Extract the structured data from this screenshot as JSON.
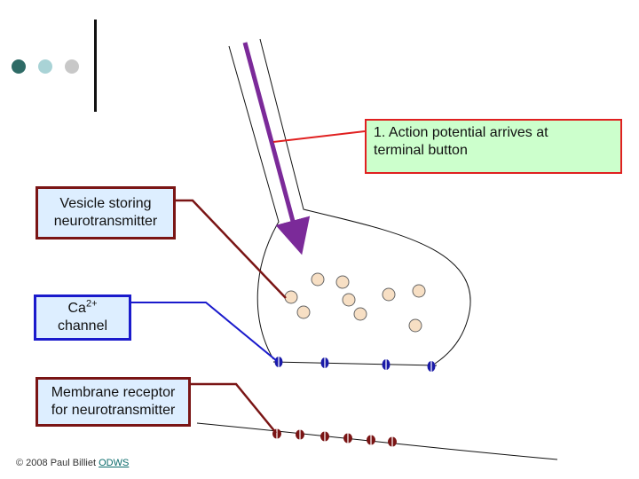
{
  "labels": {
    "action_line1": "1. Action potential arrives at",
    "action_line2": "terminal button",
    "vesicle_line1": "Vesicle storing",
    "vesicle_line2": "neurotransmitter",
    "ca_base": "Ca",
    "ca_sup": "2+",
    "ca_line2": "channel",
    "receptor_line1": "Membrane receptor",
    "receptor_line2": "for neurotransmitter"
  },
  "credit": {
    "text": "© 2008 Paul Billiet ",
    "link": "ODWS"
  },
  "colors": {
    "dot1": "#2e6b66",
    "dot2": "#a9d3d6",
    "dot3": "#c8c8c8",
    "axon_arrow": "#7b2a99",
    "vesicle_fill": "#f7dfc4",
    "ca_channel": "#1a1aa8",
    "receptor": "#7a1515"
  }
}
